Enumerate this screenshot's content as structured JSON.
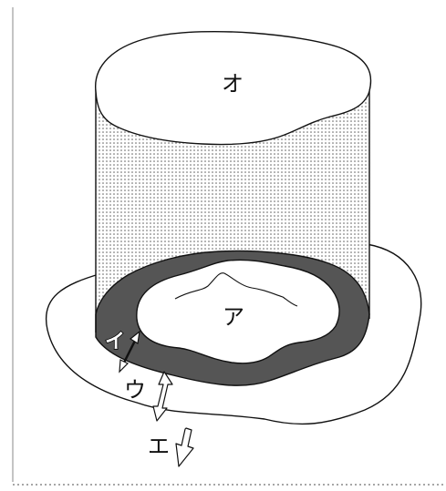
{
  "labels": {
    "top_disc": "オ",
    "center_region": "ア",
    "dark_ring": "イ",
    "outer_region": "ウ",
    "outflow": "エ"
  }
}
